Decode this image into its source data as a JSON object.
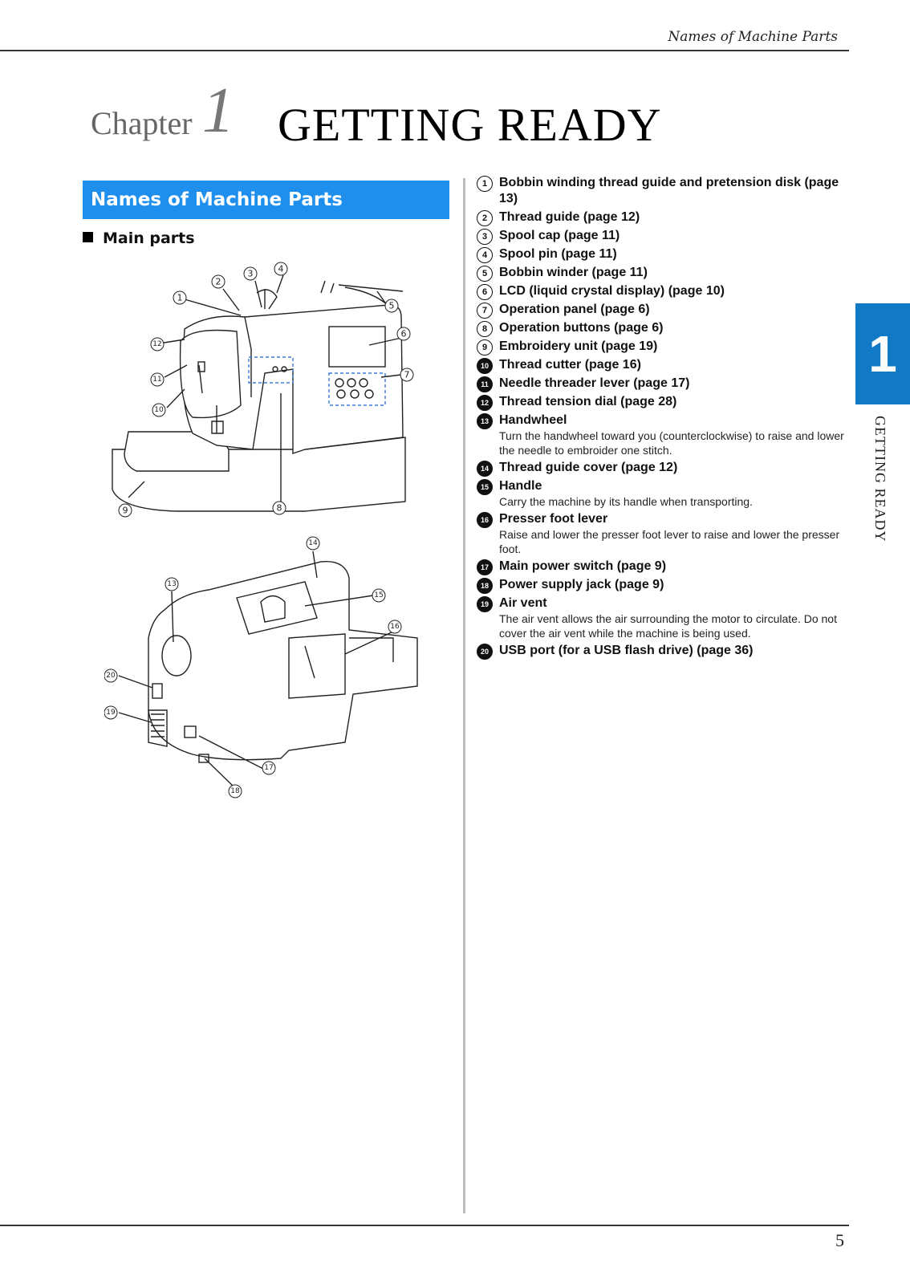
{
  "header": {
    "running_title": "Names of Machine Parts"
  },
  "chapter": {
    "word": "Chapter",
    "number": "1",
    "title": "GETTING READY"
  },
  "section": {
    "title": "Names of Machine Parts"
  },
  "subsection": {
    "title": "Main parts"
  },
  "side_tab": {
    "number": "1",
    "label": "GETTING READY"
  },
  "page_number": "5",
  "parts": [
    {
      "num": "1",
      "label": "Bobbin winding thread guide and pretension disk (page 13)",
      "desc": ""
    },
    {
      "num": "2",
      "label": "Thread guide (page 12)",
      "desc": ""
    },
    {
      "num": "3",
      "label": "Spool cap (page 11)",
      "desc": ""
    },
    {
      "num": "4",
      "label": "Spool pin (page 11)",
      "desc": ""
    },
    {
      "num": "5",
      "label": "Bobbin winder (page 11)",
      "desc": ""
    },
    {
      "num": "6",
      "label": "LCD (liquid crystal display) (page 10)",
      "desc": ""
    },
    {
      "num": "7",
      "label": "Operation panel (page 6)",
      "desc": ""
    },
    {
      "num": "8",
      "label": "Operation buttons (page 6)",
      "desc": ""
    },
    {
      "num": "9",
      "label": "Embroidery unit (page 19)",
      "desc": ""
    },
    {
      "num": "10",
      "label": "Thread cutter (page 16)",
      "desc": ""
    },
    {
      "num": "11",
      "label": "Needle threader lever (page 17)",
      "desc": ""
    },
    {
      "num": "12",
      "label": "Thread tension dial (page 28)",
      "desc": ""
    },
    {
      "num": "13",
      "label": "Handwheel",
      "desc": "Turn the handwheel toward you (counterclockwise) to raise and lower the needle to embroider one stitch."
    },
    {
      "num": "14",
      "label": "Thread guide cover (page 12)",
      "desc": ""
    },
    {
      "num": "15",
      "label": "Handle",
      "desc": "Carry the machine by its handle when transporting."
    },
    {
      "num": "16",
      "label": "Presser foot lever",
      "desc": "Raise and lower the presser foot lever to raise and lower the presser foot."
    },
    {
      "num": "17",
      "label": "Main power switch (page 9)",
      "desc": ""
    },
    {
      "num": "18",
      "label": "Power supply jack (page 9)",
      "desc": ""
    },
    {
      "num": "19",
      "label": "Air vent",
      "desc": "The air vent allows the air surrounding the motor to circulate. Do not cover the air vent while the machine is being used."
    },
    {
      "num": "20",
      "label": "USB port (for a USB flash drive) (page 36)",
      "desc": ""
    }
  ],
  "callouts": {
    "front": [
      "1",
      "2",
      "3",
      "4",
      "5",
      "6",
      "7",
      "8",
      "9",
      "10",
      "11",
      "12"
    ],
    "back": [
      "13",
      "14",
      "15",
      "16",
      "17",
      "18",
      "19",
      "20"
    ]
  }
}
